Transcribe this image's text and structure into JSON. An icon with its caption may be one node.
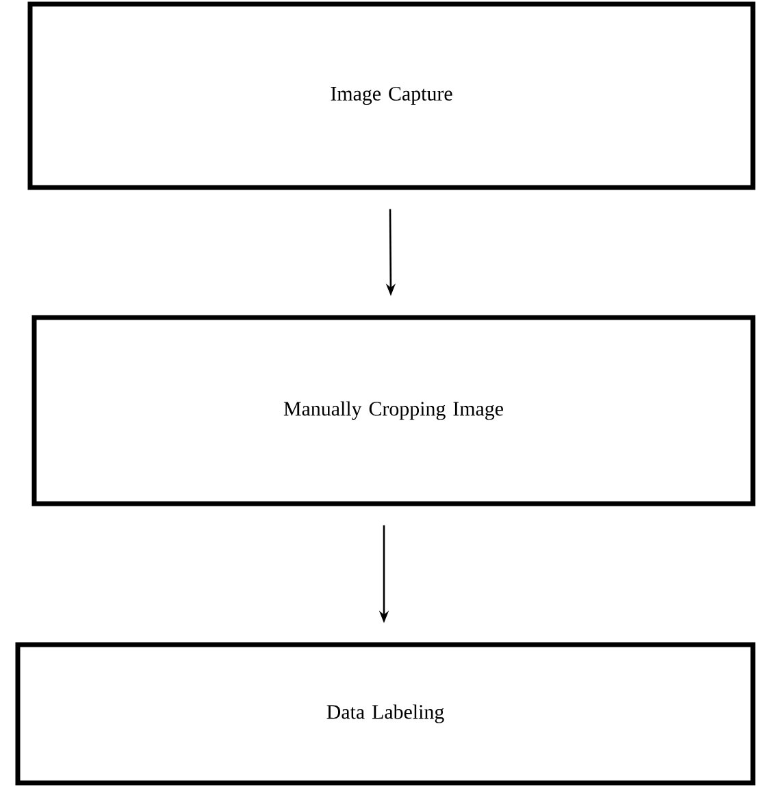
{
  "diagram": {
    "nodes": [
      {
        "text": [
          "Image Capture"
        ]
      },
      {
        "text": [
          "Manually Cropping Image"
        ]
      },
      {
        "text": [
          "Data Labeling"
        ]
      }
    ],
    "edges": [
      {
        "from": 0,
        "to": 1,
        "arrow": "to"
      },
      {
        "from": 1,
        "to": 2,
        "arrow": "to"
      }
    ]
  }
}
